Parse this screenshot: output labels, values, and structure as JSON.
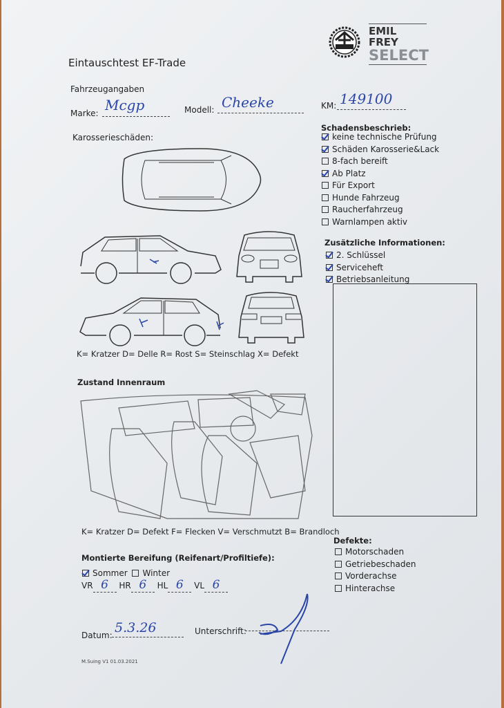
{
  "brand": {
    "logo_text": "Emil Frey",
    "name_line1": "EMIL FREY",
    "name_line2": "SELECT"
  },
  "title": "Eintauschtest EF-Trade",
  "vehicle": {
    "heading": "Fahrzeugangaben",
    "make_label": "Marke:",
    "make_value": "Mcgp",
    "model_label": "Modell:",
    "model_value": "Cheeke",
    "km_label": "KM:",
    "km_value": "149100"
  },
  "body_damage": {
    "heading": "Karosserieschäden:",
    "legend": "K= Kratzer D= Delle R= Rost S= Steinschlag X= Defekt",
    "marks": [
      "K",
      "K",
      "K"
    ]
  },
  "damage_description": {
    "heading": "Schadensbeschrieb:",
    "items": [
      {
        "label": "keine technische Prüfung",
        "checked": true
      },
      {
        "label": "Schäden Karosserie&Lack",
        "checked": true
      },
      {
        "label": "8-fach bereift",
        "checked": false
      },
      {
        "label": "Ab Platz",
        "checked": true
      },
      {
        "label": "Für Export",
        "checked": false
      },
      {
        "label": "Hunde Fahrzeug",
        "checked": false
      },
      {
        "label": "Raucherfahrzeug",
        "checked": false
      },
      {
        "label": "Warnlampen aktiv",
        "checked": false
      }
    ]
  },
  "additional_info": {
    "heading": "Zusätzliche Informationen:",
    "items": [
      {
        "label": "2. Schlüssel",
        "checked": true
      },
      {
        "label": "Serviceheft",
        "checked": true
      },
      {
        "label": "Betriebsanleitung",
        "checked": true
      }
    ]
  },
  "interior": {
    "heading": "Zustand Innenraum",
    "legend": "K= Kratzer D= Defekt F= Flecken V= Verschmutzt B= Brandloch"
  },
  "tires": {
    "heading": "Montierte Bereifung (Reifenart/Profiltiefe):",
    "summer_label": "Sommer",
    "summer_checked": true,
    "winter_label": "Winter",
    "winter_checked": false,
    "vr_label": "VR",
    "vr_value": "6",
    "hr_label": "HR",
    "hr_value": "6",
    "hl_label": "HL",
    "hl_value": "6",
    "vl_label": "VL",
    "vl_value": "6"
  },
  "defects": {
    "heading": "Defekte:",
    "items": [
      {
        "label": "Motorschaden",
        "checked": false
      },
      {
        "label": "Getriebeschaden",
        "checked": false
      },
      {
        "label": "Vorderachse",
        "checked": false
      },
      {
        "label": "Hinterachse",
        "checked": false
      }
    ]
  },
  "date": {
    "label": "Datum:",
    "value": "5.3.26"
  },
  "signature": {
    "label": "Unterschrift:"
  },
  "footer": "M.Suing V1 01.03.2021"
}
